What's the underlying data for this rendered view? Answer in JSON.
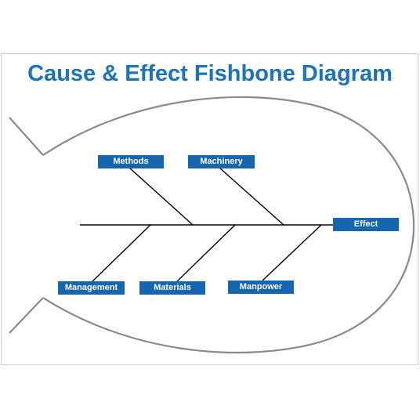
{
  "title": "Cause & Effect Fishbone Diagram",
  "effect": "Effect",
  "causes": {
    "top": [
      "Methods",
      "Machinery"
    ],
    "bottom": [
      "Management",
      "Materials",
      "Manpower"
    ]
  },
  "colors": {
    "title": "#1a73bb",
    "label_fill": "#1565b0",
    "label_text": "#ffffff",
    "outline": "#8a8a8a",
    "bones": "#000000"
  }
}
